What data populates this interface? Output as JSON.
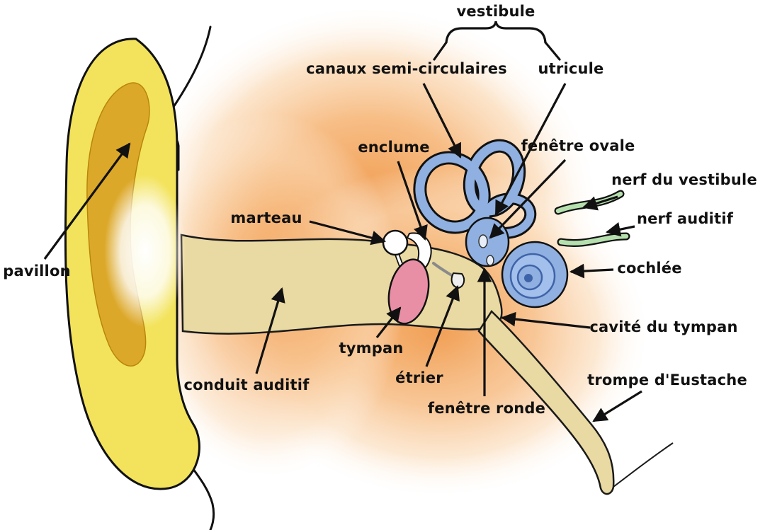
{
  "labels": [
    {
      "id": "vestibule",
      "text": "vestibule"
    },
    {
      "id": "canaux-semi-circulaires",
      "text": "canaux semi-circulaires"
    },
    {
      "id": "utricule",
      "text": "utricule"
    },
    {
      "id": "enclume",
      "text": "enclume"
    },
    {
      "id": "fenetre-ovale",
      "text": "fenêtre ovale"
    },
    {
      "id": "nerf-du-vestibule",
      "text": "nerf du vestibule"
    },
    {
      "id": "marteau",
      "text": "marteau"
    },
    {
      "id": "nerf-auditif",
      "text": "nerf auditif"
    },
    {
      "id": "cochlee",
      "text": "cochlée"
    },
    {
      "id": "pavillon",
      "text": "pavillon"
    },
    {
      "id": "cavite-du-tympan",
      "text": "cavité du tympan"
    },
    {
      "id": "tympan",
      "text": "tympan"
    },
    {
      "id": "etrier",
      "text": "étrier"
    },
    {
      "id": "conduit-auditif",
      "text": "conduit auditif"
    },
    {
      "id": "fenetre-ronde",
      "text": "fenêtre ronde"
    },
    {
      "id": "trompe-eustache",
      "text": "trompe d'Eustache"
    }
  ],
  "colors": {
    "outer_ear_yellow": "#f3e35c",
    "inner_ear_gold": "#dca829",
    "tissue_orange": "#ef9340",
    "canal_tan": "#e9d9a2",
    "eardrum_pink": "#e88fa6",
    "labyrinth_blue": "#8fb0e0",
    "nerve_green": "#b5e0ae",
    "label_text": "#111111"
  }
}
